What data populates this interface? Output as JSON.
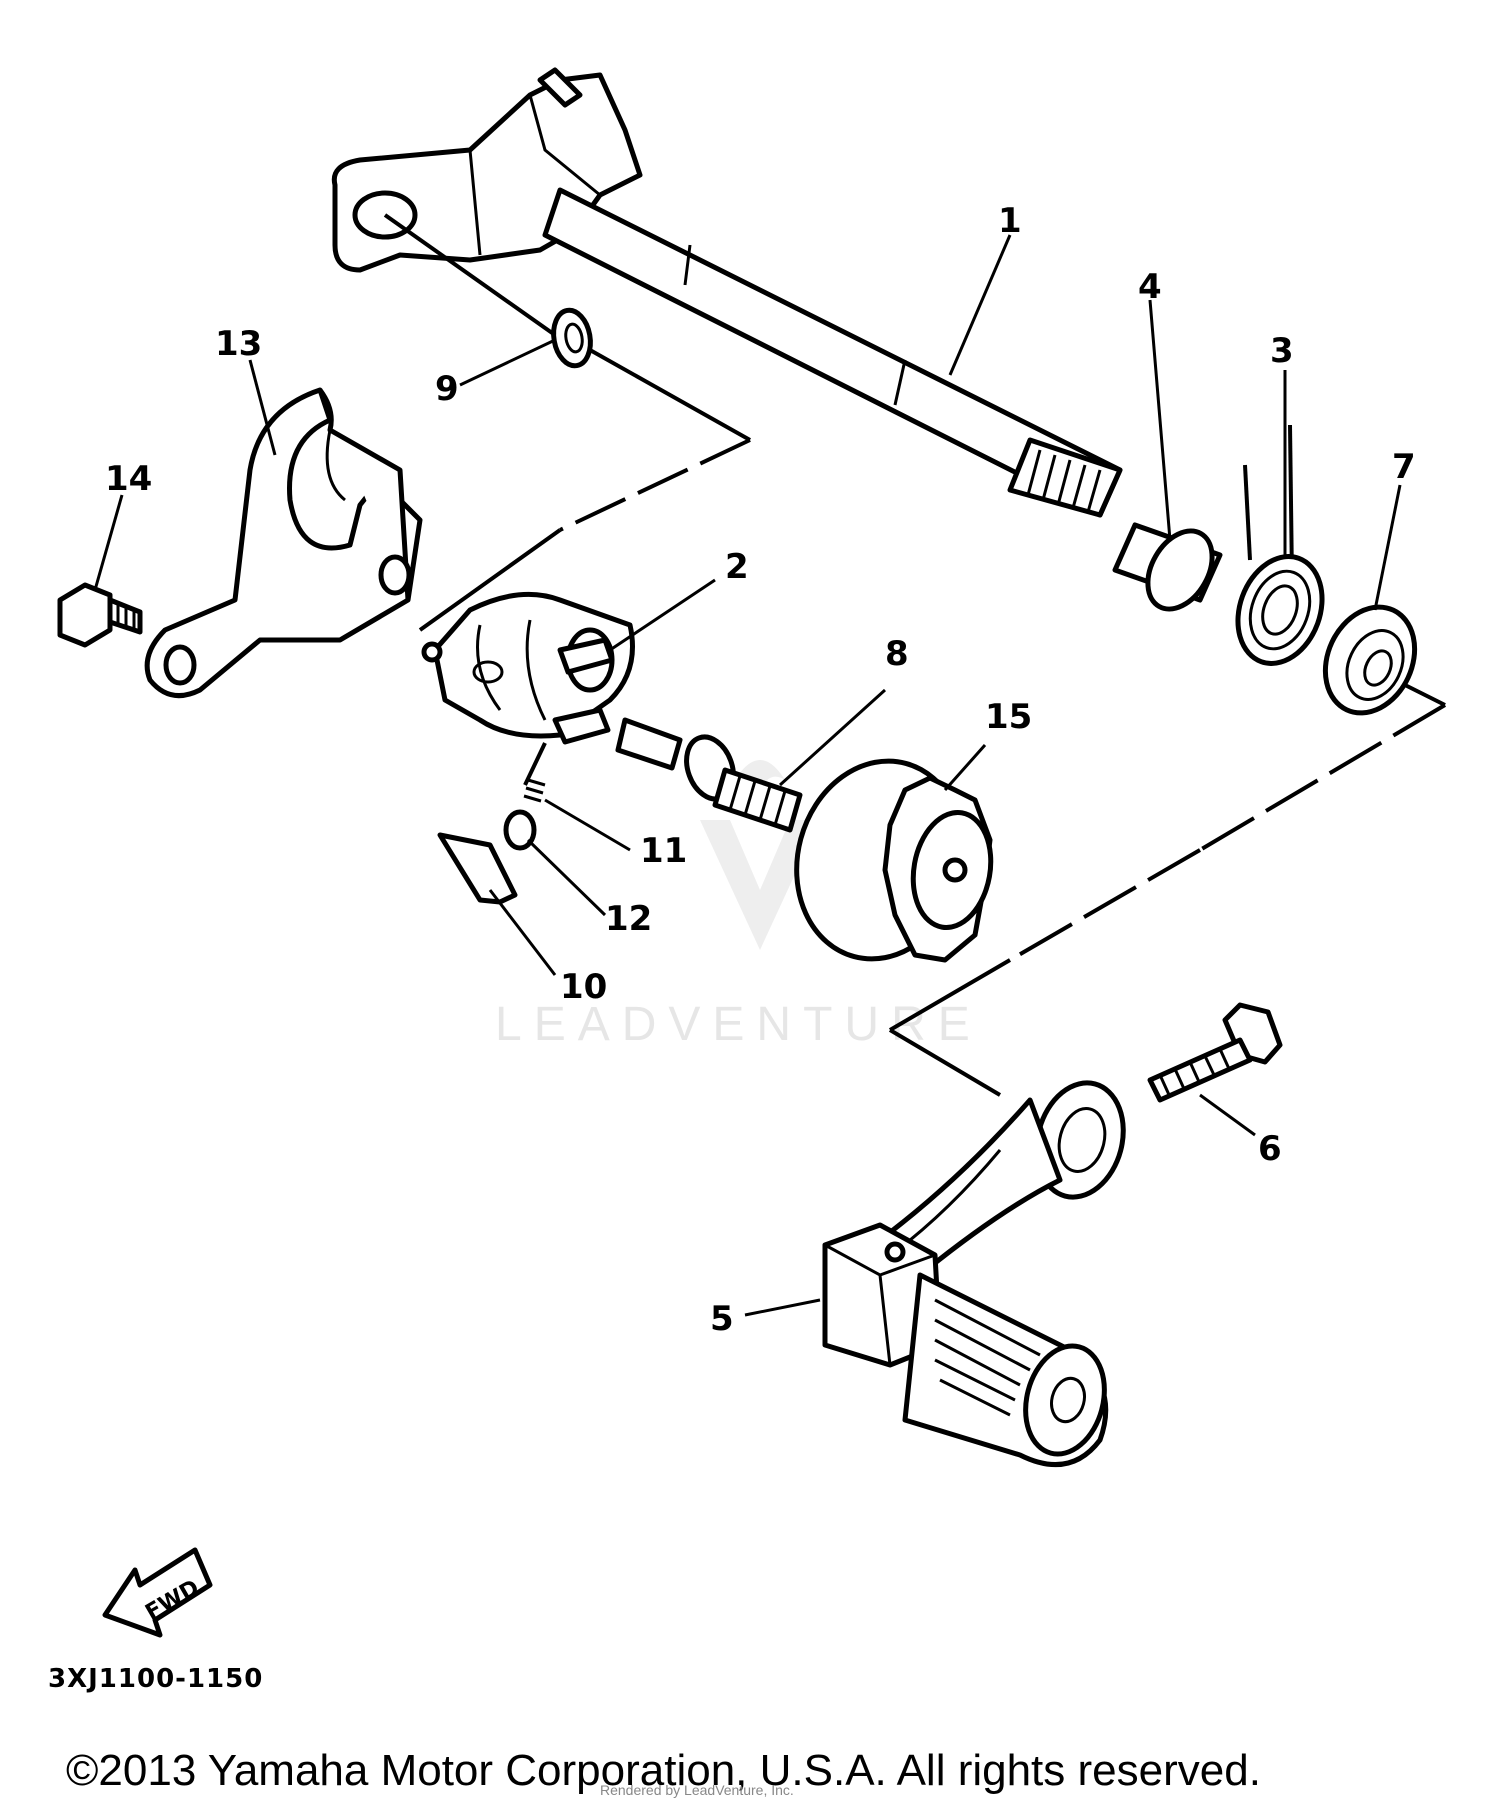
{
  "diagram": {
    "callouts": [
      "1",
      "2",
      "3",
      "4",
      "5",
      "6",
      "7",
      "8",
      "9",
      "10",
      "11",
      "12",
      "13",
      "14",
      "15"
    ],
    "direction_label": "FWD",
    "diagram_code": "3XJ1100-1150",
    "watermark": "LEADVENTURE",
    "watermark_small": "Rendered by LeadVenture, Inc.",
    "copyright": "©2013 Yamaha Motor Corporation, U.S.A. All rights reserved."
  }
}
